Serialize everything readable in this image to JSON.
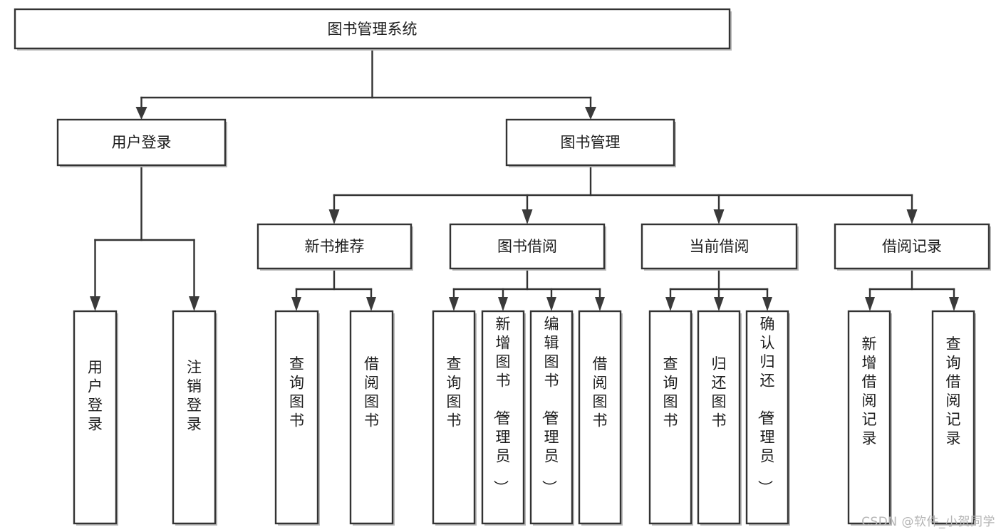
{
  "diagram": {
    "type": "tree",
    "title": "图书管理系统",
    "watermark": "CSDN @软件_小贺同学",
    "colors": {
      "box_stroke": "#333333",
      "box_fill": "#ffffff",
      "connector": "#333333",
      "text": "#1d1d1d",
      "watermark": "#b5b5b5",
      "background": "#ffffff"
    },
    "nodes": {
      "root": {
        "label": "图书管理系统",
        "level": 1,
        "orientation": "horizontal"
      },
      "l2": [
        {
          "id": "user-login",
          "label": "用户登录",
          "level": 2,
          "orientation": "horizontal"
        },
        {
          "id": "book-manage",
          "label": "图书管理",
          "level": 2,
          "orientation": "horizontal"
        }
      ],
      "l3": [
        {
          "id": "new-book-recommend",
          "label": "新书推荐",
          "level": 3,
          "orientation": "horizontal",
          "parent": "book-manage"
        },
        {
          "id": "book-borrow",
          "label": "图书借阅",
          "level": 3,
          "orientation": "horizontal",
          "parent": "book-manage"
        },
        {
          "id": "current-borrow",
          "label": "当前借阅",
          "level": 3,
          "orientation": "horizontal",
          "parent": "book-manage"
        },
        {
          "id": "borrow-record",
          "label": "借阅记录",
          "level": 3,
          "orientation": "horizontal",
          "parent": "book-manage"
        }
      ],
      "leaves": [
        {
          "id": "leaf-user-login",
          "label": "用户登录",
          "parent": "user-login",
          "orientation": "vertical"
        },
        {
          "id": "leaf-user-logout",
          "label": "注销登录",
          "parent": "user-login",
          "orientation": "vertical"
        },
        {
          "id": "leaf-query-book-1",
          "label": "查询图书",
          "parent": "new-book-recommend",
          "orientation": "vertical"
        },
        {
          "id": "leaf-borrow-book-1",
          "label": "借阅图书",
          "parent": "new-book-recommend",
          "orientation": "vertical"
        },
        {
          "id": "leaf-query-book-2",
          "label": "查询图书",
          "parent": "book-borrow",
          "orientation": "vertical"
        },
        {
          "id": "leaf-add-book",
          "label": "新增图书（管理员）",
          "parent": "book-borrow",
          "orientation": "vertical"
        },
        {
          "id": "leaf-edit-book",
          "label": "编辑图书（管理员）",
          "parent": "book-borrow",
          "orientation": "vertical"
        },
        {
          "id": "leaf-borrow-book-2",
          "label": "借阅图书",
          "parent": "book-borrow",
          "orientation": "vertical"
        },
        {
          "id": "leaf-query-book-3",
          "label": "查询图书",
          "parent": "current-borrow",
          "orientation": "vertical"
        },
        {
          "id": "leaf-return-book",
          "label": "归还图书",
          "parent": "current-borrow",
          "orientation": "vertical"
        },
        {
          "id": "leaf-confirm-return",
          "label": "确认归还（管理员）",
          "parent": "current-borrow",
          "orientation": "vertical"
        },
        {
          "id": "leaf-add-record",
          "label": "新增借阅记录",
          "parent": "borrow-record",
          "orientation": "vertical"
        },
        {
          "id": "leaf-query-record",
          "label": "查询借阅记录",
          "parent": "borrow-record",
          "orientation": "vertical"
        }
      ]
    }
  }
}
